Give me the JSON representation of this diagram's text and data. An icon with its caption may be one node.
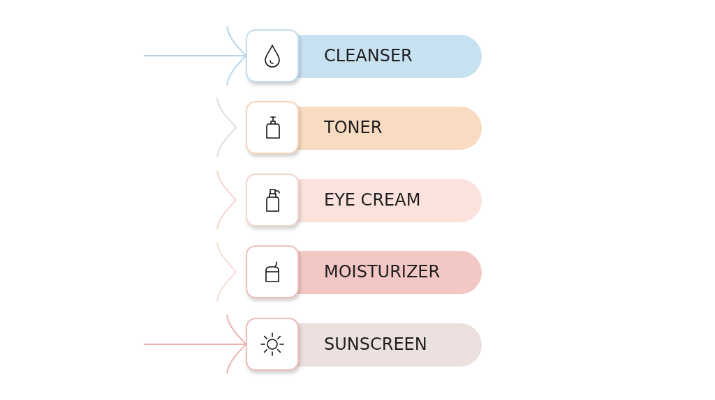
{
  "diagram": {
    "nodes": [
      {
        "text": [
          "CLEANSER"
        ]
      },
      {
        "text": [
          "TONER"
        ]
      },
      {
        "text": [
          "EYE CREAM"
        ]
      },
      {
        "text": [
          "MOISTURIZER"
        ]
      },
      {
        "text": [
          "SUNSCREEN"
        ]
      }
    ],
    "edges": [
      {
        "from": null,
        "to": 0,
        "arrow": "to",
        "color": "#b3d6ee"
      },
      {
        "from": null,
        "to": 4,
        "arrow": "to",
        "color": "#eeb1a8"
      }
    ]
  }
}
